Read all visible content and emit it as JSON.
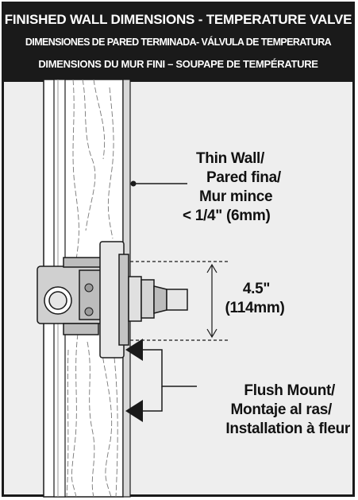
{
  "header": {
    "line_en": "FINISHED WALL DIMENSIONS - TEMPERATURE VALVE",
    "line_es": "DIMENSIONES DE PARED TERMINADA- VÁLVULA DE TEMPERATURA",
    "line_fr": "DIMENSIONS DU MUR FINI – SOUPAPE DE TEMPÉRATURE"
  },
  "thin_wall": {
    "line1": "Thin Wall/",
    "line2": "Pared fina/",
    "line3": "Mur mince",
    "line4": "< 1/4\" (6mm)"
  },
  "dimension": {
    "inches": "4.5\"",
    "mm": "(114mm)"
  },
  "flush_mount": {
    "line1": "Flush Mount/",
    "line2": "Montaje al ras/",
    "line3": "Installation à fleur"
  },
  "colors": {
    "header_bg": "#1a1a1a",
    "wall": "#eeeeee",
    "stud": "#ffffff",
    "line": "#1a1a1a"
  }
}
